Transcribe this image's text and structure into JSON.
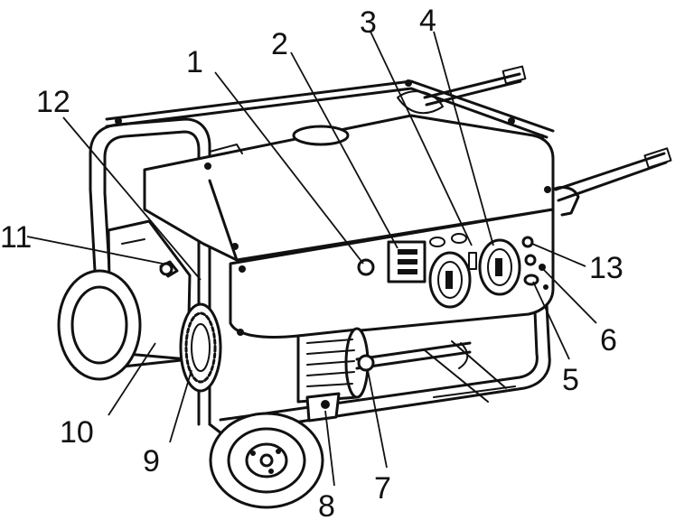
{
  "callouts": [
    {
      "id": "1",
      "label": "1"
    },
    {
      "id": "2",
      "label": "2"
    },
    {
      "id": "3",
      "label": "3"
    },
    {
      "id": "4",
      "label": "4"
    },
    {
      "id": "5",
      "label": "5"
    },
    {
      "id": "6",
      "label": "6"
    },
    {
      "id": "7",
      "label": "7"
    },
    {
      "id": "8",
      "label": "8"
    },
    {
      "id": "9",
      "label": "9"
    },
    {
      "id": "10",
      "label": "10"
    },
    {
      "id": "11",
      "label": "11"
    },
    {
      "id": "12",
      "label": "12"
    },
    {
      "id": "13",
      "label": "13"
    }
  ],
  "colors": {
    "ink": "#111111",
    "background": "#ffffff"
  }
}
